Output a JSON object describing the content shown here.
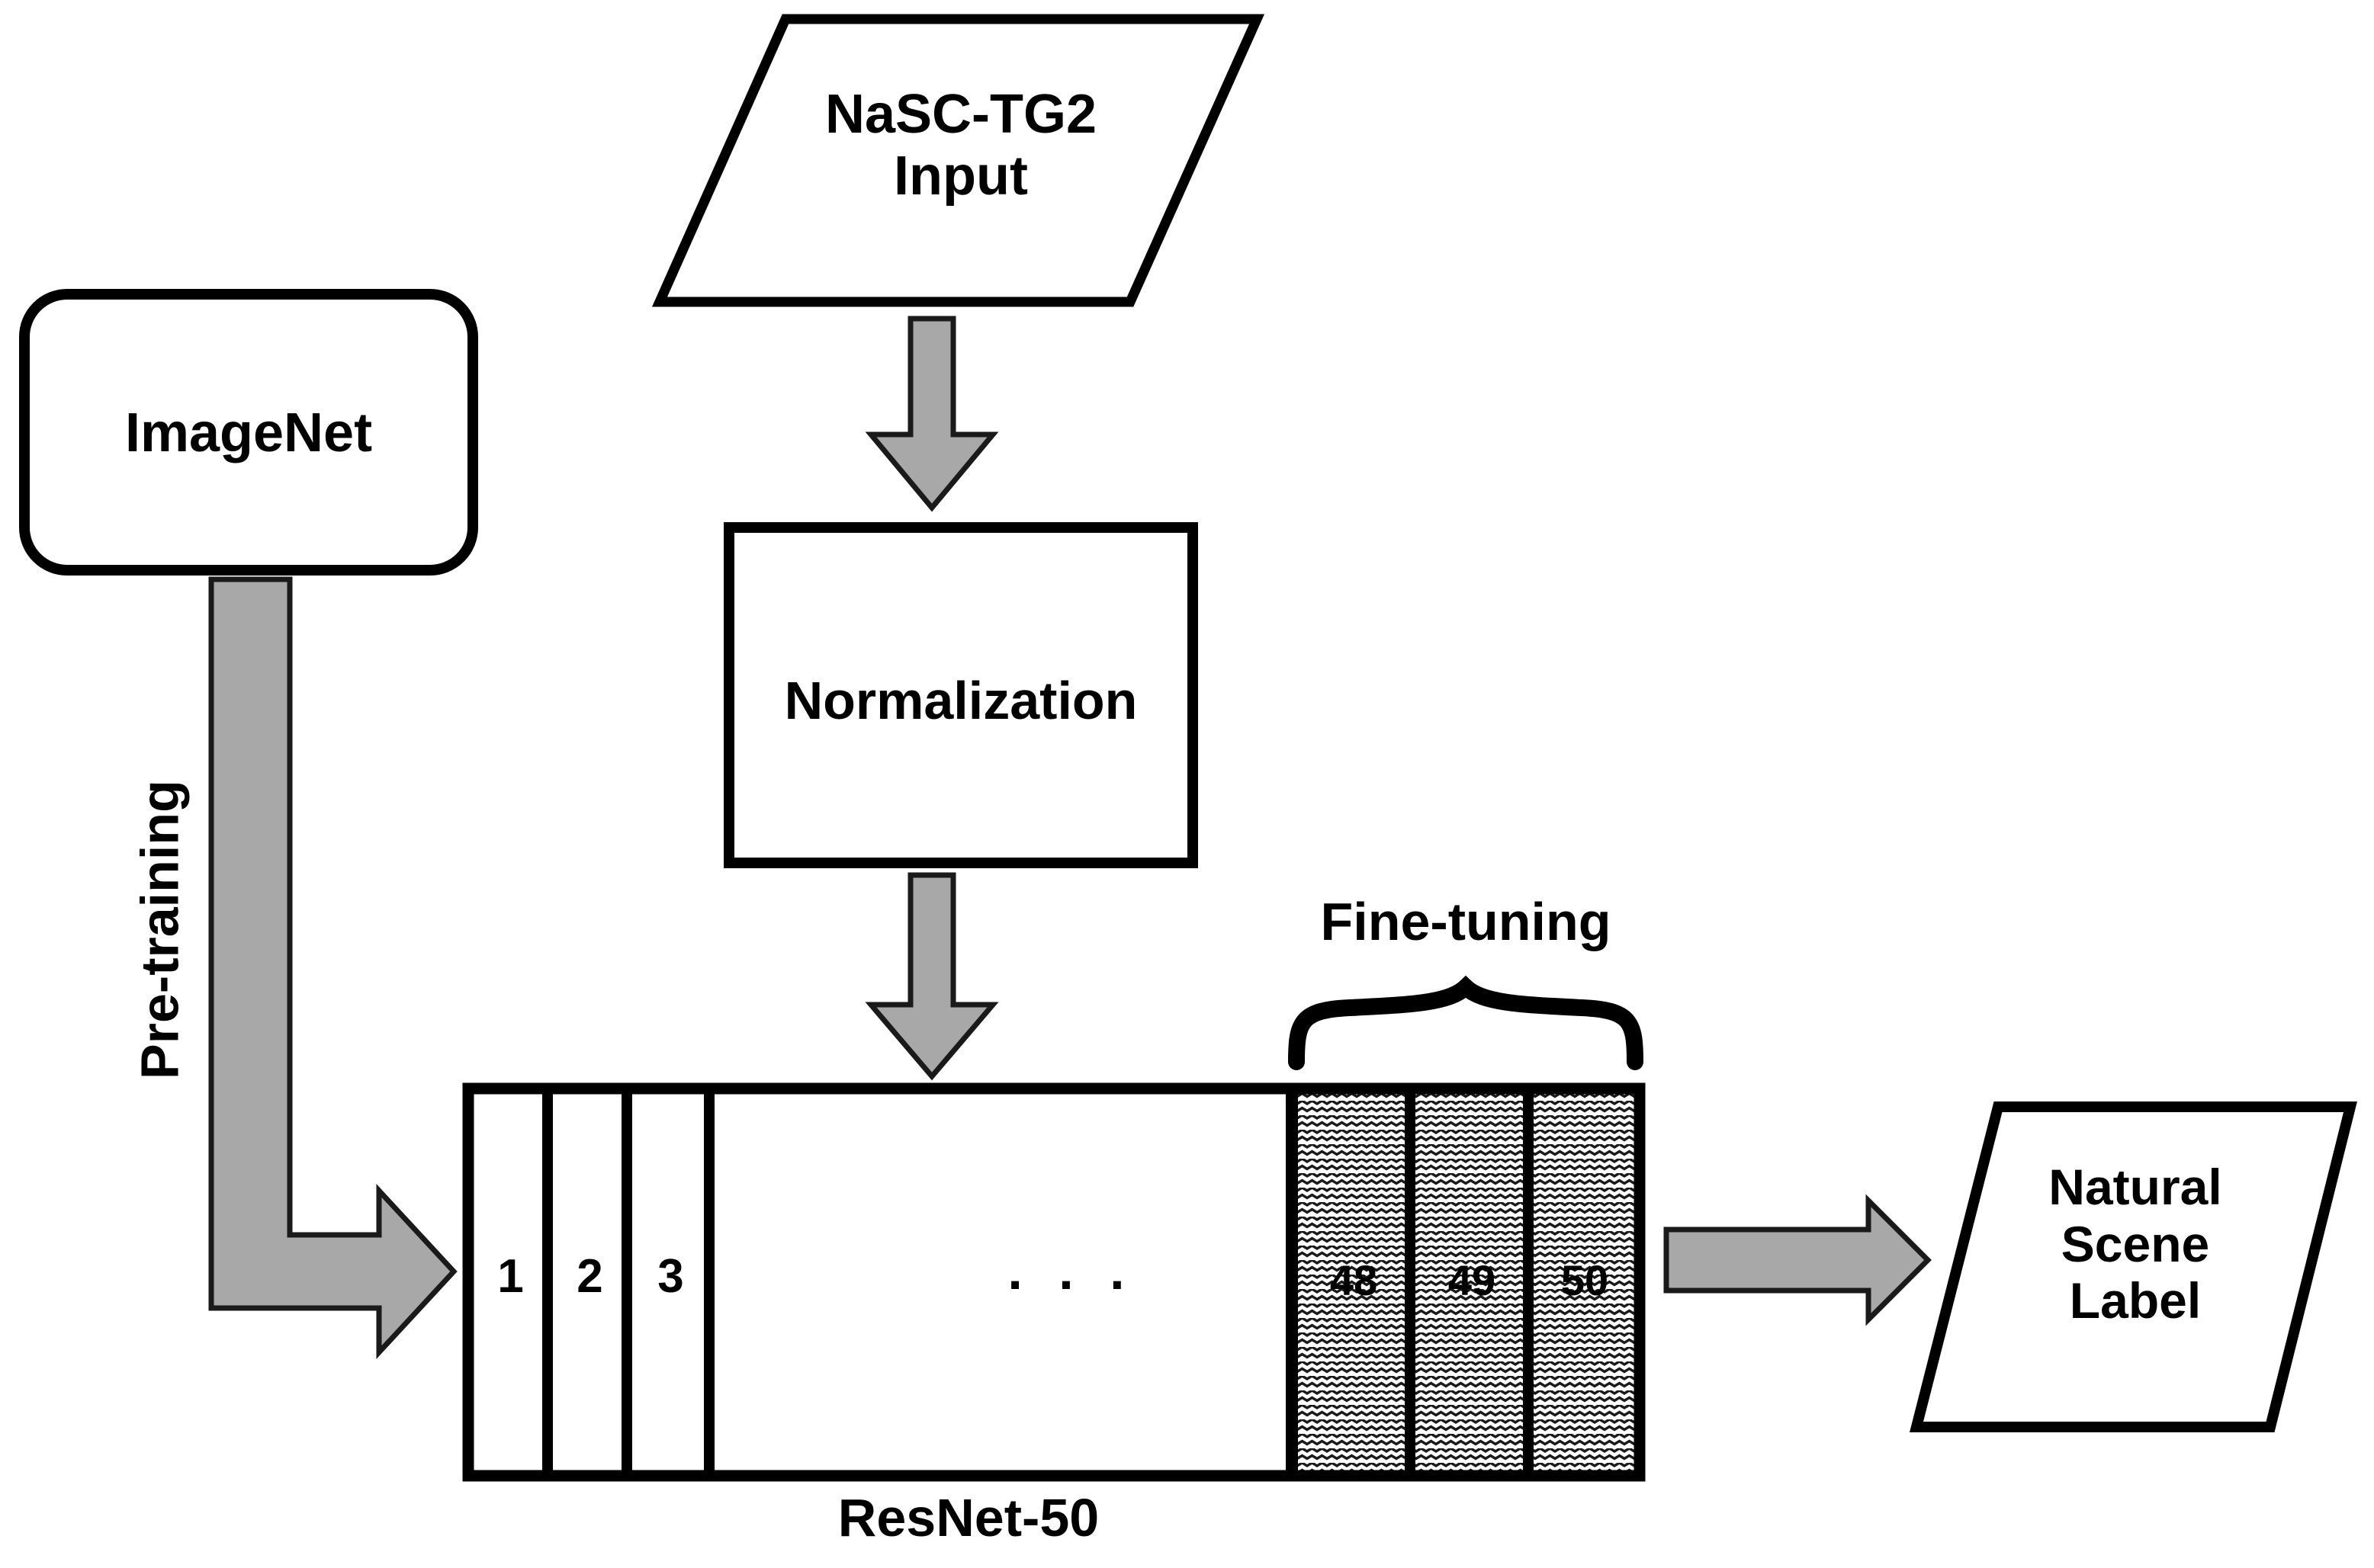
{
  "diagram": {
    "title": "ResNet-50 transfer learning pipeline for NaSC-TG2 natural scene classification",
    "background_color": "#FFFFFF",
    "stroke_color": "#000000",
    "arrow_fill_color": "#A8A8A8",
    "hatch_fill_color": "#FFFFFF",
    "hatch_line_color": "#1A1A1A"
  },
  "nodes": {
    "input_dataset": {
      "label": "NaSC-TG2\nInput",
      "shape": "parallelogram"
    },
    "pretrain_dataset": {
      "label": "ImageNet",
      "shape": "rounded-rectangle"
    },
    "normalization": {
      "label": "Normalization",
      "shape": "rectangle"
    },
    "output_label": {
      "label": "Natural\nScene\nLabel",
      "shape": "parallelogram"
    }
  },
  "edges": {
    "pretraining": {
      "label": "Pre-training",
      "orientation": "vertical-rotated",
      "shape": "bent-arrow"
    },
    "input_to_normalization": {
      "label": "",
      "shape": "down-arrow"
    },
    "normalization_to_network": {
      "label": "",
      "shape": "down-arrow"
    },
    "network_to_output": {
      "label": "",
      "shape": "right-arrow"
    }
  },
  "network": {
    "name": "ResNet-50",
    "caption": "ResNet-50",
    "ellipsis": ". . .",
    "brace_label": "Fine-tuning",
    "layers": [
      {
        "label": "1",
        "fill": "plain"
      },
      {
        "label": "2",
        "fill": "plain"
      },
      {
        "label": "3",
        "fill": "plain"
      },
      {
        "label": "",
        "fill": "plain"
      },
      {
        "label": "48",
        "fill": "hatched"
      },
      {
        "label": "49",
        "fill": "hatched"
      },
      {
        "label": "50",
        "fill": "hatched"
      }
    ],
    "fine_tuned_layers": [
      "48",
      "49",
      "50"
    ]
  }
}
